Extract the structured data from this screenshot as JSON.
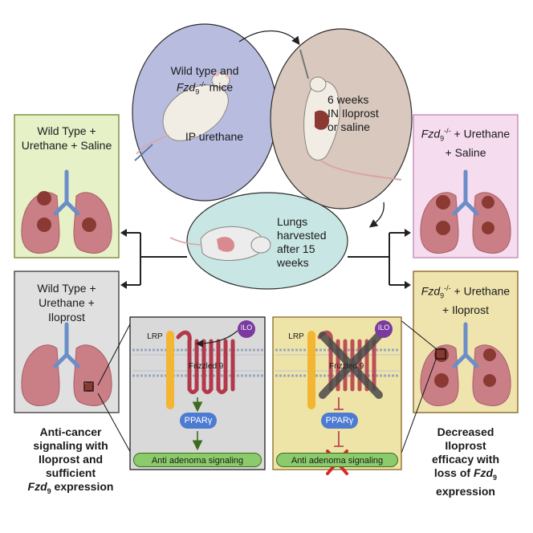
{
  "ellipses": {
    "left": {
      "line1": "Wild type and",
      "gene": "Fzd",
      "gene_sub": "9",
      "gene_sup": "-/-",
      "line2_rest": " mice",
      "line3": "IP urethane"
    },
    "right": {
      "line1": "6 weeks",
      "line2": "IN Iloprost",
      "line3": "or saline"
    },
    "bottom": {
      "line1": "Lungs",
      "line2": "harvested",
      "line3": "after 15",
      "line4": "weeks"
    }
  },
  "boxes": {
    "wt_saline": {
      "line1": "Wild Type +",
      "line2": "Urethane + Saline"
    },
    "wt_iloprost": {
      "line1": "Wild Type +",
      "line2": "Urethane +",
      "line3": "Iloprost"
    },
    "ko_saline": {
      "gene": "Fzd",
      "gene_sub": "9",
      "gene_sup": "-/-",
      "line1_rest": " + Urethane",
      "line2": "+ Saline"
    },
    "ko_iloprost": {
      "gene": "Fzd",
      "gene_sub": "9",
      "gene_sup": "-/-",
      "line1_rest": " + Urethane",
      "line2": "+  Iloprost"
    }
  },
  "panels": {
    "left": {
      "ilo": "ILO",
      "lrp": "LRP",
      "receptor": "Frizzled 9",
      "ppar": "PPARγ",
      "signal": "Anti adenoma signaling"
    },
    "right": {
      "ilo": "ILO",
      "lrp": "LRP",
      "receptor": "Frizzled 9",
      "ppar": "PPARγ",
      "signal": "Anti adenoma signaling"
    }
  },
  "captions": {
    "left": {
      "l1": "Anti-cancer",
      "l2": "signaling with",
      "l3": "Iloprost and",
      "l4": "sufficient",
      "gene": "Fzd",
      "gene_sub": "9",
      "l5_rest": " expression"
    },
    "right": {
      "l1": "Decreased",
      "l2": "Iloprost",
      "l3": "efficacy with",
      "l4_pre": "loss of ",
      "gene": "Fzd",
      "gene_sub": "9",
      "l5": "expression"
    }
  },
  "colors": {
    "ellipse_left": "#b8bde0",
    "ellipse_right": "#d8c8bd",
    "ellipse_bottom": "#c8e6e3",
    "box_green": "#e6f1c8",
    "box_pink": "#f6dcef",
    "box_gray": "#e0e0e0",
    "box_tan": "#efe4ae",
    "panel_gray": "#d9d9d9",
    "panel_tan": "#efe4a8",
    "lung": "#c97f85",
    "tumor": "#8a3a33",
    "airway": "#6b8ec9",
    "ilo": "#7a3aa0",
    "ppar": "#4d7bd1",
    "signal": "#8ccb6b",
    "receptor": "#b2384a",
    "lrp": "#f2b632"
  }
}
